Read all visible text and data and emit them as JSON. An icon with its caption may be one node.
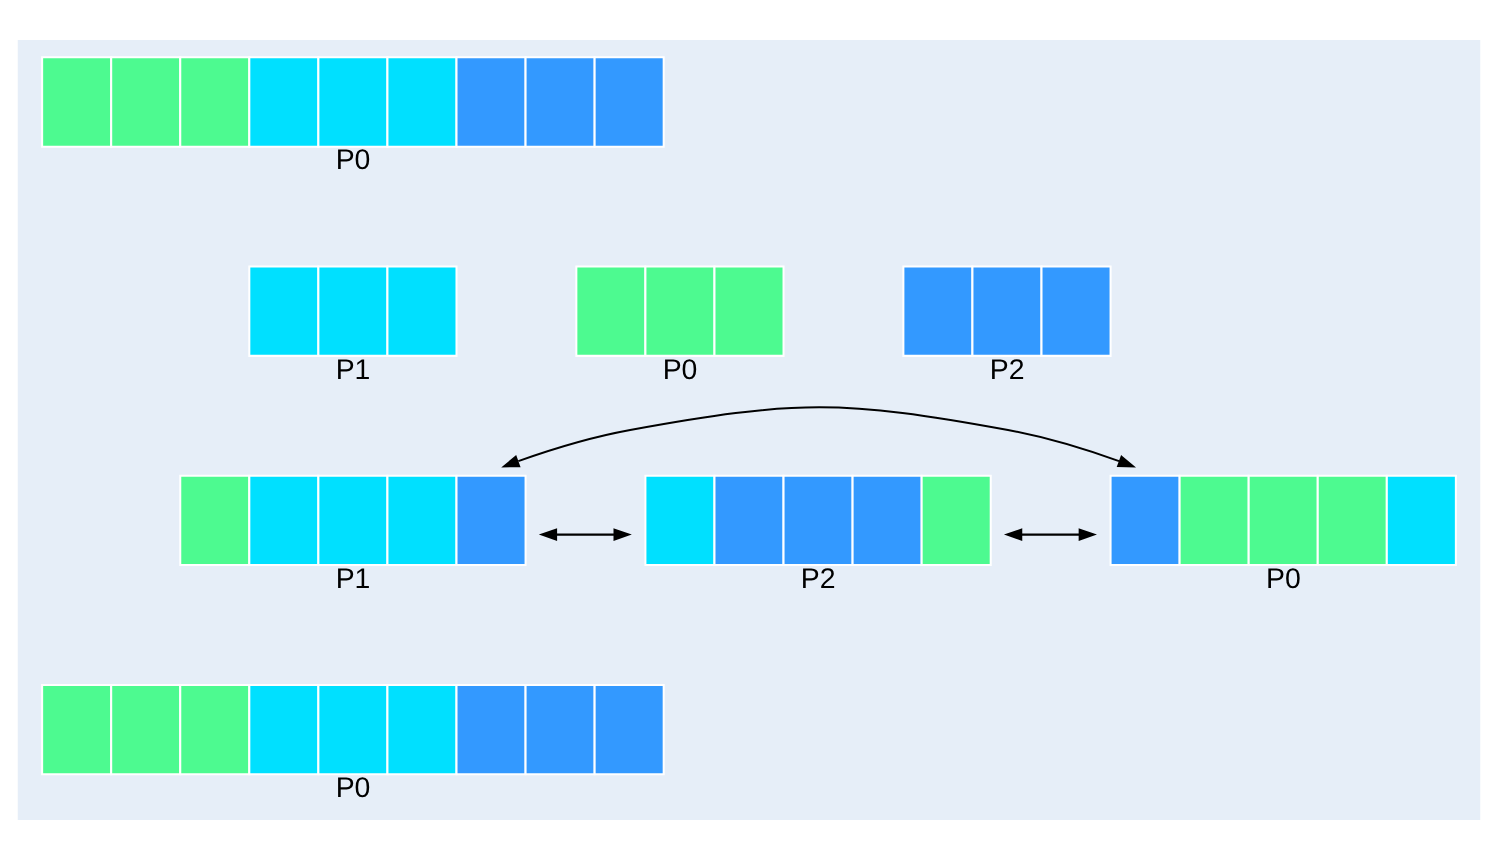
{
  "diagram": {
    "nodes": [
      {
        "text": [],
        "shape": "bar",
        "beside": [
          "P0"
        ]
      },
      {
        "text": [],
        "shape": "bar",
        "beside": [
          "P0"
        ]
      },
      {
        "text": [],
        "shape": "bar",
        "beside": [
          "P1"
        ]
      },
      {
        "text": [],
        "shape": "bar",
        "beside": [
          "P2"
        ]
      },
      {
        "text": [],
        "shape": "bar",
        "beside": [
          "P0"
        ]
      },
      {
        "text": [],
        "shape": "bar",
        "beside": [
          "P1"
        ]
      },
      {
        "text": [],
        "shape": "bar",
        "beside": [
          "P2"
        ]
      },
      {
        "text": [],
        "shape": "bar",
        "beside": [
          "P0"
        ]
      }
    ],
    "edges": [
      {
        "from": 4,
        "to": 5,
        "arrow": "both"
      },
      {
        "from": 5,
        "to": 6,
        "arrow": "both"
      },
      {
        "from": 6,
        "to": 4,
        "arrow": "both"
      }
    ]
  }
}
